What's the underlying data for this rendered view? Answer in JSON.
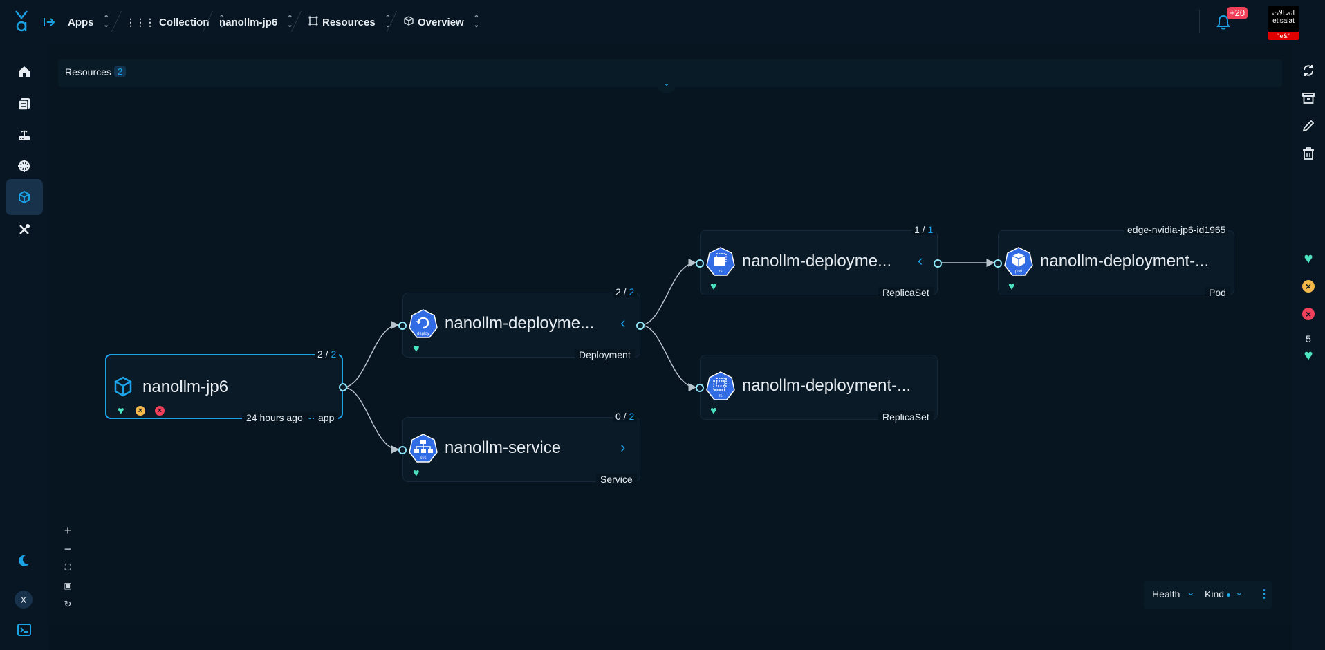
{
  "breadcrumbs": [
    {
      "label": "Apps",
      "icon": "arrow-right-to-bar-icon"
    },
    {
      "label": "Collection",
      "icon": "grid-icon"
    },
    {
      "label": "nanollm-jp6",
      "icon": ""
    },
    {
      "label": "Resources",
      "icon": "frame-icon"
    },
    {
      "label": "Overview",
      "icon": "cube-outline-icon"
    }
  ],
  "notifications": {
    "count": "+20"
  },
  "brand": {
    "arabic": "اتصالات",
    "latin": "etisalat",
    "badge": "\"e&\""
  },
  "resources": {
    "label": "Resources",
    "count": "2"
  },
  "nodes": {
    "app": {
      "title": "nanollm-jp6",
      "count_a": "2 / ",
      "count_b": "2",
      "time": "24 hours ago",
      "kind": "app",
      "dash": "-"
    },
    "deployment": {
      "title": "nanollm-deployme...",
      "count_a": "2 / ",
      "count_b": "2",
      "kind": "Deployment",
      "icon_label": "deploy"
    },
    "service": {
      "title": "nanollm-service",
      "count_a": "0 / ",
      "count_b": "2",
      "kind": "Service",
      "icon_label": "svc"
    },
    "rs1": {
      "title": "nanollm-deployme...",
      "count_a": "1 / ",
      "count_b": "1",
      "kind": "ReplicaSet",
      "icon_label": "rs"
    },
    "rs2": {
      "title": "nanollm-deployment-...",
      "kind": "ReplicaSet",
      "icon_label": "rs"
    },
    "pod": {
      "title": "nanollm-deployment-...",
      "node_name": "edge-nvidia-jp6-id1965",
      "kind": "Pod",
      "icon_label": "pod"
    }
  },
  "legend": {
    "count": "5"
  },
  "filters": {
    "health": "Health",
    "kind": "Kind"
  },
  "user": {
    "initial": "X"
  },
  "colors": {
    "accent": "#1ba3e6",
    "healthy": "#4be3c0",
    "warning": "#f5b84a",
    "error": "#f0405a",
    "k8s_blue": "#326ce5"
  }
}
